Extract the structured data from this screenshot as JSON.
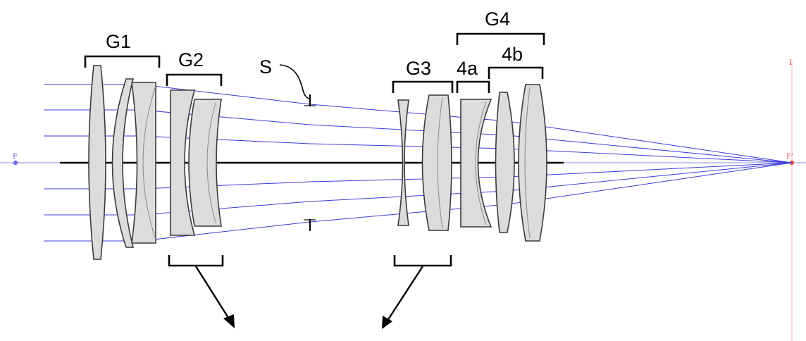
{
  "diagram": {
    "labels": {
      "g1": "G1",
      "g2": "G2",
      "g3": "G3",
      "g4": "G4",
      "g4a": "4a",
      "g4b": "4b",
      "stop": "S",
      "front_focus": "F",
      "rear_focus": "F'",
      "image_plane": "I"
    },
    "colors": {
      "rays": "#3b3bdc",
      "lens_fill": "#dcdcdc",
      "lens_edge": "#3a3a3a",
      "front_focus": "#6a6ae0",
      "rear_focus": "#e05050"
    }
  }
}
